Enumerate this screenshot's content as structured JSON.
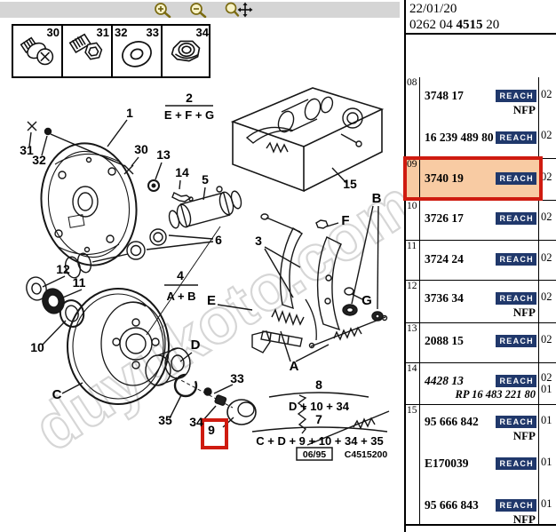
{
  "header": {
    "date": "22/01/20",
    "doc_ref": {
      "prefix": "0262 04 ",
      "bold": "4515",
      "suffix": " 20"
    }
  },
  "toolbar": {
    "icons": [
      "zoom-in",
      "zoom-out",
      "zoom-pan"
    ]
  },
  "fastener_box": {
    "labels": [
      "30",
      "31",
      "32",
      "33",
      "34"
    ]
  },
  "diagram": {
    "watermark": "duyukoto.com",
    "callouts": {
      "c1": "1",
      "c30": "30",
      "c31": "31",
      "c32": "32",
      "c13": "13",
      "c14": "14",
      "c5": "5",
      "c6": "6",
      "c3": "3",
      "c15": "15",
      "c10": "10",
      "c11": "11",
      "c12": "12",
      "c33": "33",
      "c34": "34",
      "c35": "35",
      "c9": "9",
      "lA": "A",
      "lB": "B",
      "lC": "C",
      "lD": "D",
      "lE": "E",
      "lF": "F",
      "lG": "G"
    },
    "fractions": {
      "f2_num": "2",
      "f2_den": "E + F + G",
      "f4_num": "4",
      "f4_den": "A + B",
      "f8_num": "8",
      "f8_den": "D + 10 + 34",
      "f7_num": "7",
      "f7_den": "C + D + 9 + 10 + 34 + 35"
    },
    "footer": {
      "date_code": "06/95",
      "drawing_code": "C4515200"
    }
  },
  "labels": {
    "reach": "REACH"
  },
  "table": {
    "rows": [
      {
        "ref": "08",
        "entries": [
          {
            "part": "3748 17",
            "qty": "02",
            "note": "NFP"
          },
          {
            "part": "16 239 489 80",
            "qty": "02"
          }
        ]
      },
      {
        "ref": "09",
        "highlight": true,
        "entries": [
          {
            "part": "3740 19",
            "qty": "02"
          }
        ]
      },
      {
        "ref": "10",
        "entries": [
          {
            "part": "3726 17",
            "qty": "02"
          }
        ]
      },
      {
        "ref": "11",
        "entries": [
          {
            "part": "3724 24",
            "qty": "02"
          }
        ]
      },
      {
        "ref": "12",
        "entries": [
          {
            "part": "3736 34",
            "qty": "02",
            "note": "NFP"
          }
        ]
      },
      {
        "ref": "13",
        "entries": [
          {
            "part": "2088 15",
            "qty": "02"
          }
        ]
      },
      {
        "ref": "14",
        "entries": [
          {
            "part": "4428 13",
            "qty": "02",
            "qty2": "01",
            "sub": "RP 16 483 221 80"
          }
        ]
      },
      {
        "ref": "15",
        "entries": [
          {
            "part": "95 666 842",
            "qty": "01",
            "note": "NFP"
          },
          {
            "part": "E170039",
            "qty": "01"
          },
          {
            "part": "95 666 843",
            "qty": "01",
            "note": "NFP"
          }
        ]
      }
    ]
  }
}
